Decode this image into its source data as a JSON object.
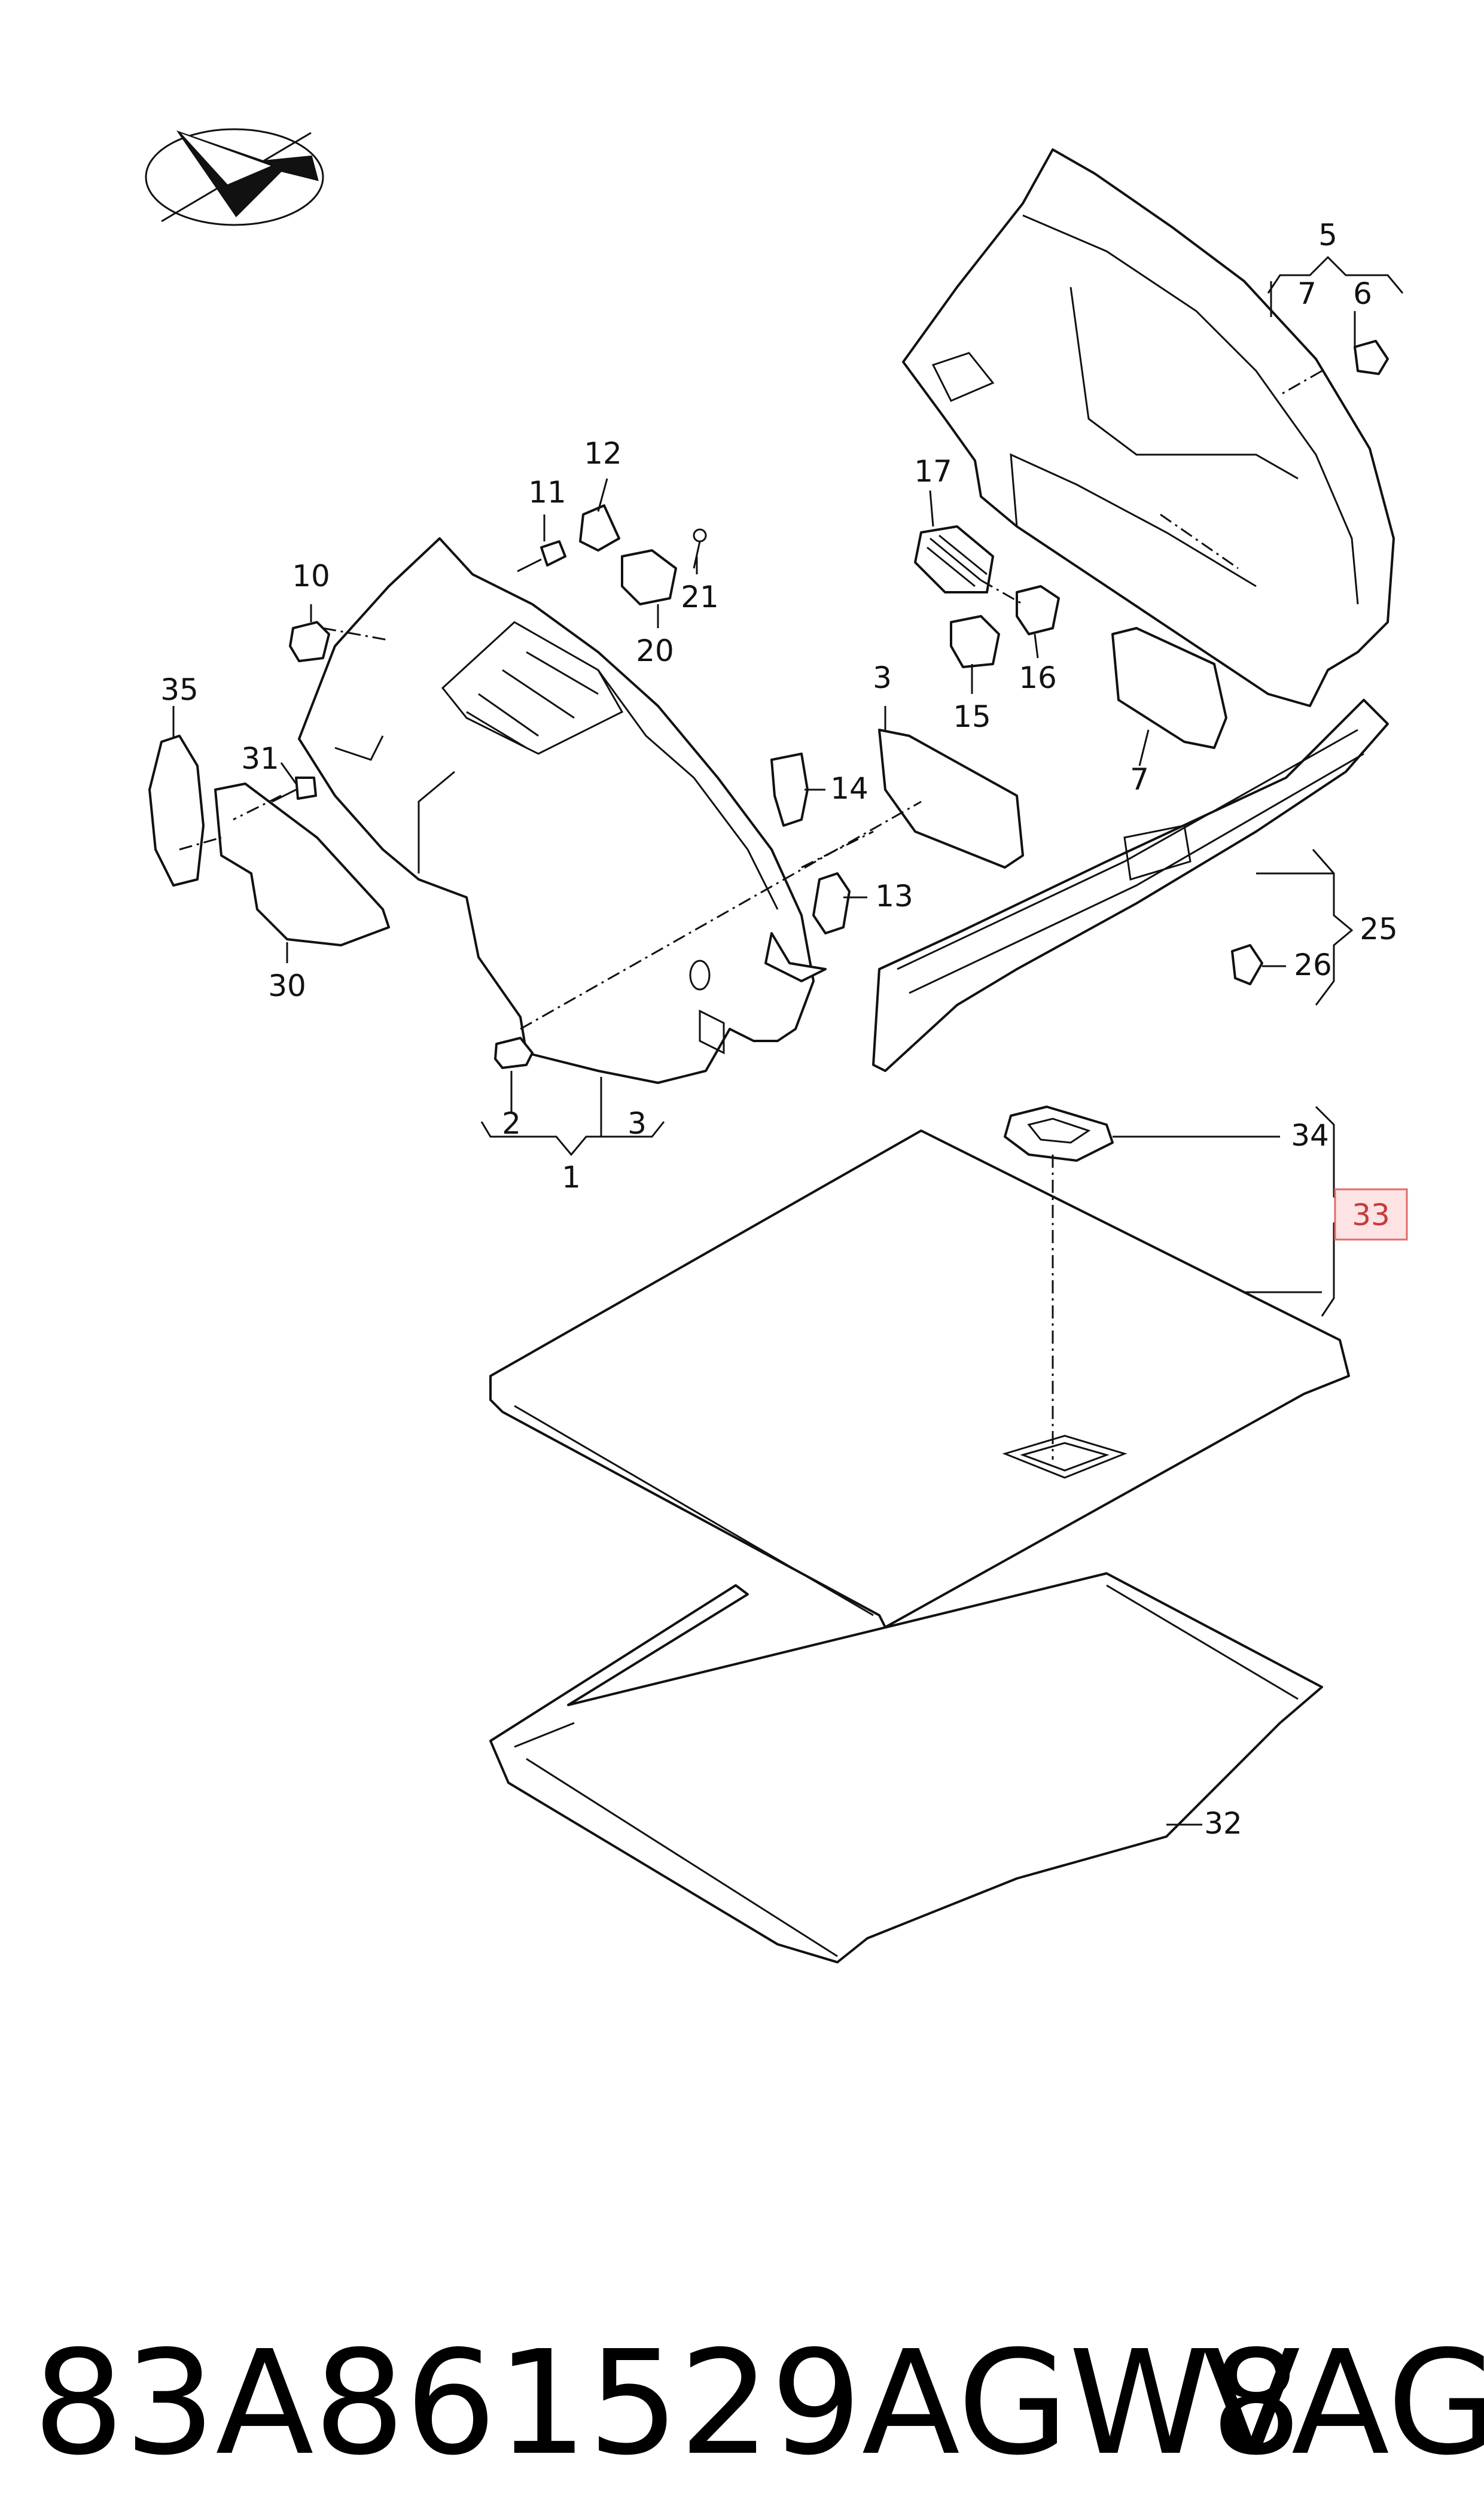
{
  "callouts": {
    "c1": "1",
    "c2": "2",
    "c3a": "3",
    "c3b": "3",
    "c5": "5",
    "c6": "6",
    "c7a": "7",
    "c7b": "7",
    "c10": "10",
    "c11": "11",
    "c12": "12",
    "c13": "13",
    "c14": "14",
    "c15": "15",
    "c16": "16",
    "c17": "17",
    "c20": "20",
    "c21": "21",
    "c25": "25",
    "c26": "26",
    "c30": "30",
    "c31": "31",
    "c32": "32",
    "c33": "33",
    "c34": "34",
    "c35": "35"
  },
  "highlighted_callout": "33",
  "footer": {
    "part_number": "83A861529AGW8",
    "brand": "VAG"
  },
  "colors": {
    "line": "#111111",
    "highlight_fill": "#fde3e3",
    "highlight_stroke": "#e36b6b"
  },
  "icons": [
    "orientation-arrow-icon"
  ]
}
